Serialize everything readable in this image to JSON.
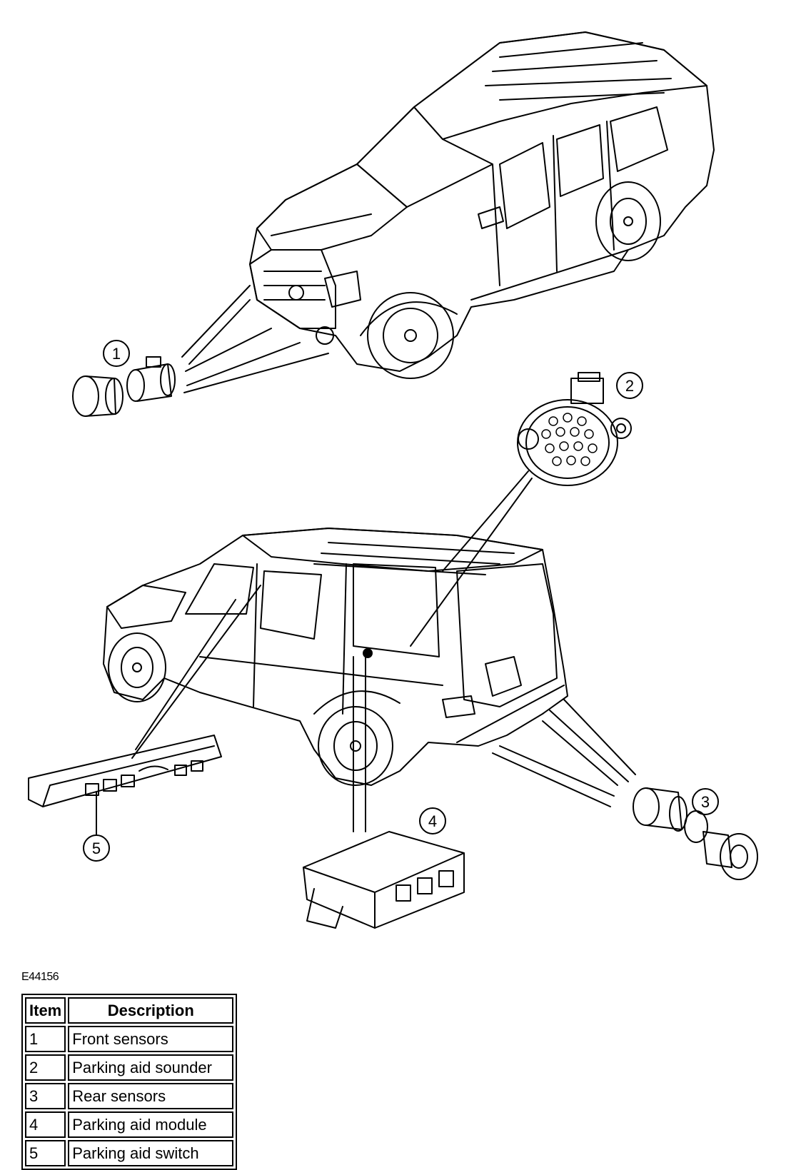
{
  "figure_id": "E44156",
  "callouts": [
    {
      "number": "1"
    },
    {
      "number": "2"
    },
    {
      "number": "3"
    },
    {
      "number": "4"
    },
    {
      "number": "5"
    }
  ],
  "legend": {
    "headers": {
      "item": "Item",
      "description": "Description"
    },
    "rows": [
      {
        "item": "1",
        "description": "Front sensors"
      },
      {
        "item": "2",
        "description": "Parking aid sounder"
      },
      {
        "item": "3",
        "description": "Rear sensors"
      },
      {
        "item": "4",
        "description": "Parking aid module"
      },
      {
        "item": "5",
        "description": "Parking aid switch"
      }
    ]
  }
}
